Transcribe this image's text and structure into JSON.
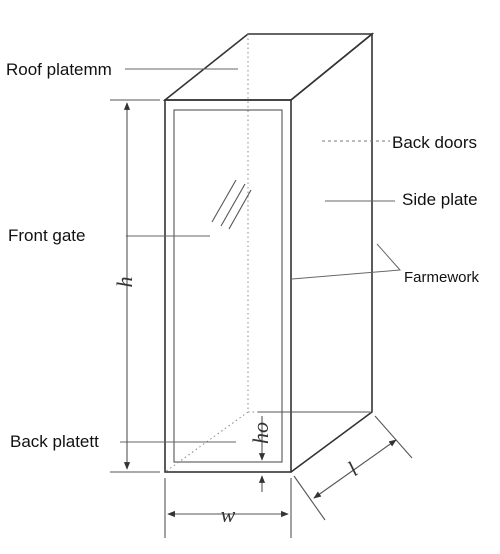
{
  "labels": {
    "roof_plate": "Roof platemm",
    "back_doors": "Back doors",
    "side_plate": "Side plate",
    "front_gate": "Front gate",
    "framework": "Farmework",
    "back_plate": "Back platett"
  },
  "dimensions": {
    "height": "h",
    "height_offset": "ho",
    "width": "w",
    "length": "l"
  }
}
